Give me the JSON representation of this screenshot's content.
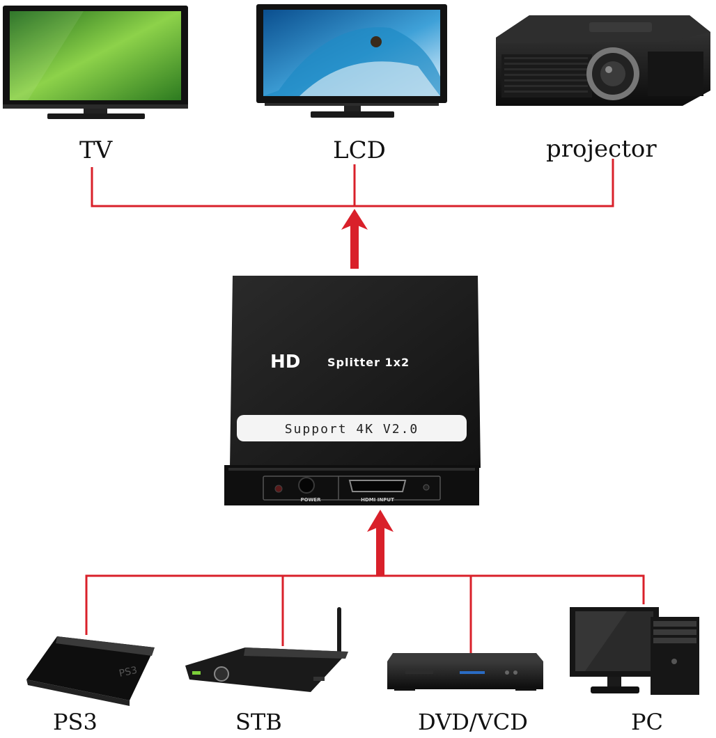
{
  "title": "HD Splitter 1x2 connection diagram",
  "outputs": [
    {
      "id": "tv",
      "label": "TV"
    },
    {
      "id": "lcd",
      "label": "LCD"
    },
    {
      "id": "projector",
      "label": "projector"
    }
  ],
  "inputs": [
    {
      "id": "ps3",
      "label": "PS3"
    },
    {
      "id": "stb",
      "label": "STB"
    },
    {
      "id": "dvd",
      "label": "DVD/VCD"
    },
    {
      "id": "pc",
      "label": "PC"
    }
  ],
  "device": {
    "brand": "HD",
    "model": "Splitter 1x2",
    "badge": "Support 4K  V2.0",
    "power_label": "POWER",
    "hdmi_label": "HDMI INPUT"
  },
  "colors": {
    "connector": "#d9202a",
    "device_body": "#1b1b1b"
  }
}
